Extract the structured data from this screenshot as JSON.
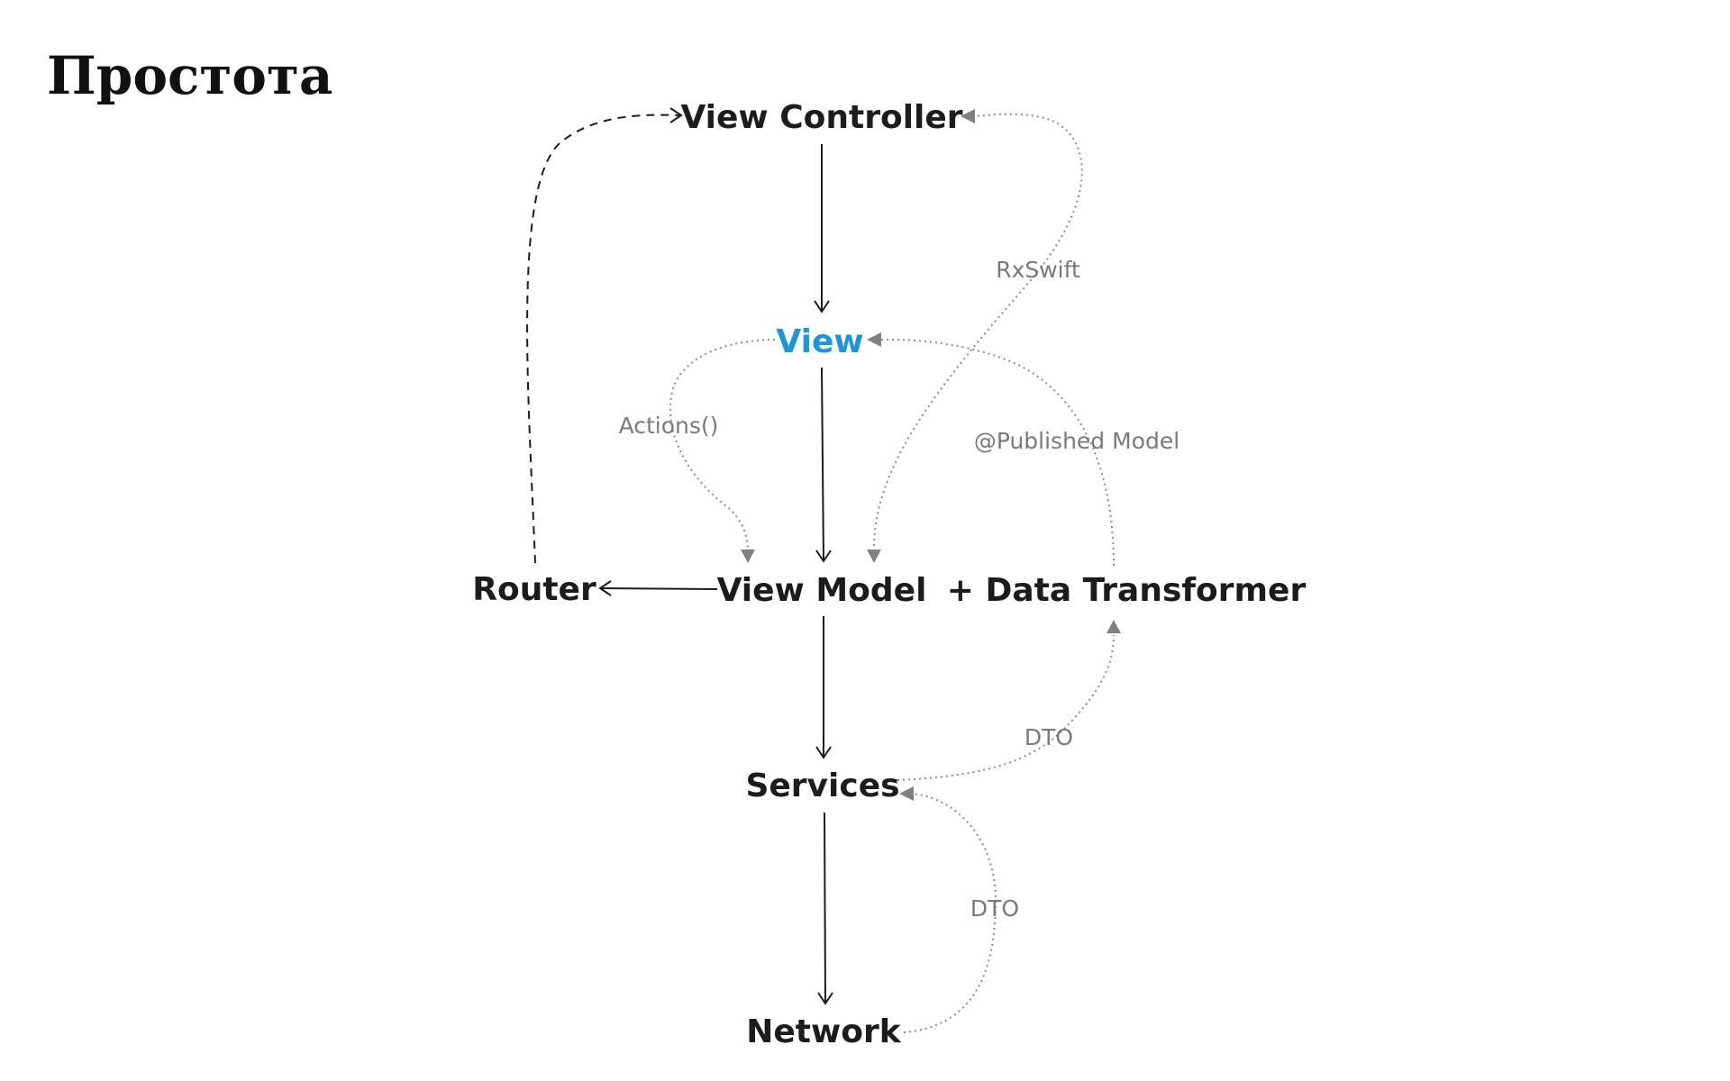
{
  "title": "Простота",
  "nodes": {
    "view_controller": "View Controller",
    "view": "View",
    "view_model": "View Model",
    "data_transformer": "+ Data Transformer",
    "router": "Router",
    "services": "Services",
    "network": "Network"
  },
  "edge_labels": {
    "rxswift": "RxSwift",
    "actions": "Actions()",
    "published_model": "@Published Model",
    "dto_upper": "DTO",
    "dto_lower": "DTO"
  },
  "colors": {
    "accent": "#1a96e0",
    "text": "#1c1c1c",
    "muted": "#7a7a7a"
  }
}
